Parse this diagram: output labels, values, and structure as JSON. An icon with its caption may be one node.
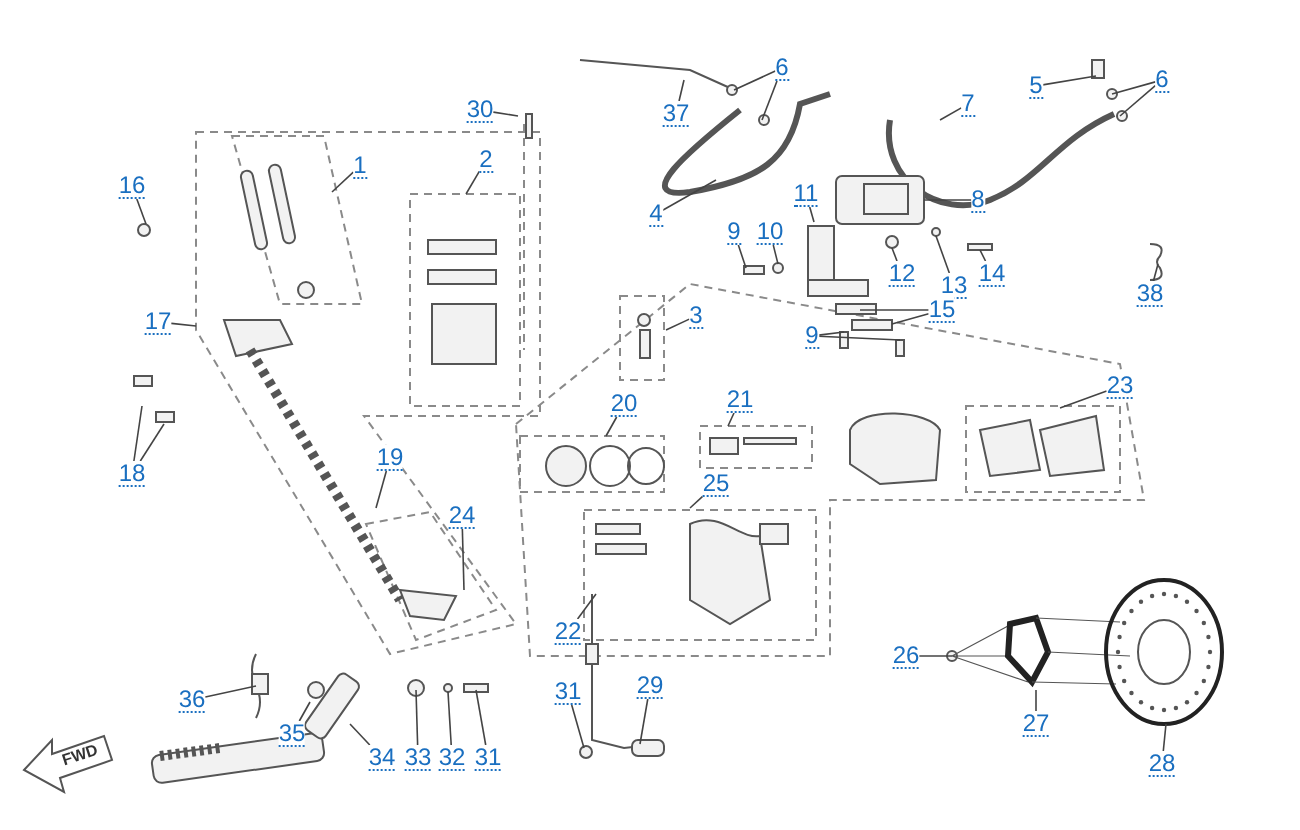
{
  "diagram": {
    "nodes": [
      {
        "text": [
          "30"
        ]
      },
      {
        "text": [
          "37"
        ]
      },
      {
        "text": [
          "6"
        ]
      },
      {
        "text": [
          "7"
        ]
      },
      {
        "text": [
          "5"
        ]
      },
      {
        "text": [
          "6"
        ]
      },
      {
        "text": [
          "1"
        ]
      },
      {
        "text": [
          "2"
        ]
      },
      {
        "text": [
          "16"
        ]
      },
      {
        "text": [
          "11"
        ]
      },
      {
        "text": [
          "4"
        ]
      },
      {
        "text": [
          "8"
        ]
      },
      {
        "text": [
          "9"
        ]
      },
      {
        "text": [
          "10"
        ]
      },
      {
        "text": [
          "12"
        ]
      },
      {
        "text": [
          "13"
        ]
      },
      {
        "text": [
          "14"
        ]
      },
      {
        "text": [
          "38"
        ]
      },
      {
        "text": [
          "15"
        ]
      },
      {
        "text": [
          "17"
        ]
      },
      {
        "text": [
          "3"
        ]
      },
      {
        "text": [
          "9"
        ]
      },
      {
        "text": [
          "23"
        ]
      },
      {
        "text": [
          "21"
        ]
      },
      {
        "text": [
          "20"
        ]
      },
      {
        "text": [
          "19"
        ]
      },
      {
        "text": [
          "18"
        ]
      },
      {
        "text": [
          "25"
        ]
      },
      {
        "text": [
          "24"
        ]
      },
      {
        "text": [
          "22"
        ]
      },
      {
        "text": [
          "26"
        ]
      },
      {
        "text": [
          "29"
        ]
      },
      {
        "text": [
          "31"
        ]
      },
      {
        "text": [
          "36"
        ]
      },
      {
        "text": [
          "27"
        ]
      },
      {
        "text": [
          "35"
        ]
      },
      {
        "text": [
          "34"
        ]
      },
      {
        "text": [
          "33"
        ]
      },
      {
        "text": [
          "32"
        ]
      },
      {
        "text": [
          "31"
        ]
      },
      {
        "text": [
          "28"
        ]
      }
    ],
    "edges": [
      {
        "from": 0,
        "to": null,
        "arrow": "none"
      },
      {
        "from": 1,
        "to": null,
        "arrow": "none"
      },
      {
        "from": 2,
        "to": null,
        "arrow": "none"
      },
      {
        "from": 2,
        "to": null,
        "arrow": "none"
      },
      {
        "from": 3,
        "to": null,
        "arrow": "none"
      },
      {
        "from": 4,
        "to": null,
        "arrow": "none"
      },
      {
        "from": 5,
        "to": null,
        "arrow": "none"
      },
      {
        "from": 5,
        "to": null,
        "arrow": "none"
      },
      {
        "from": 6,
        "to": null,
        "arrow": "none"
      },
      {
        "from": 7,
        "to": null,
        "arrow": "none"
      },
      {
        "from": 8,
        "to": null,
        "arrow": "none"
      },
      {
        "from": 9,
        "to": null,
        "arrow": "none"
      },
      {
        "from": 10,
        "to": null,
        "arrow": "none"
      },
      {
        "from": 11,
        "to": null,
        "arrow": "none"
      },
      {
        "from": 12,
        "to": null,
        "arrow": "none"
      },
      {
        "from": 13,
        "to": null,
        "arrow": "none"
      },
      {
        "from": 14,
        "to": null,
        "arrow": "none"
      },
      {
        "from": 15,
        "to": null,
        "arrow": "none"
      },
      {
        "from": 16,
        "to": null,
        "arrow": "none"
      },
      {
        "from": 17,
        "to": null,
        "arrow": "none"
      },
      {
        "from": 18,
        "to": null,
        "arrow": "none"
      },
      {
        "from": 18,
        "to": null,
        "arrow": "none"
      },
      {
        "from": 19,
        "to": null,
        "arrow": "none"
      },
      {
        "from": 20,
        "to": null,
        "arrow": "none"
      },
      {
        "from": 21,
        "to": null,
        "arrow": "none"
      },
      {
        "from": 21,
        "to": null,
        "arrow": "none"
      },
      {
        "from": 22,
        "to": null,
        "arrow": "none"
      },
      {
        "from": 23,
        "to": null,
        "arrow": "none"
      },
      {
        "from": 24,
        "to": null,
        "arrow": "none"
      },
      {
        "from": 25,
        "to": null,
        "arrow": "none"
      },
      {
        "from": 26,
        "to": null,
        "arrow": "none"
      },
      {
        "from": 26,
        "to": null,
        "arrow": "none"
      },
      {
        "from": 27,
        "to": null,
        "arrow": "none"
      },
      {
        "from": 28,
        "to": null,
        "arrow": "none"
      },
      {
        "from": 29,
        "to": null,
        "arrow": "none"
      },
      {
        "from": 30,
        "to": null,
        "arrow": "none"
      },
      {
        "from": 31,
        "to": null,
        "arrow": "none"
      },
      {
        "from": 32,
        "to": null,
        "arrow": "none"
      },
      {
        "from": 33,
        "to": null,
        "arrow": "none"
      },
      {
        "from": 34,
        "to": null,
        "arrow": "none"
      },
      {
        "from": 35,
        "to": null,
        "arrow": "none"
      },
      {
        "from": 36,
        "to": null,
        "arrow": "none"
      },
      {
        "from": 37,
        "to": null,
        "arrow": "none"
      },
      {
        "from": 38,
        "to": null,
        "arrow": "none"
      },
      {
        "from": 39,
        "to": null,
        "arrow": "none"
      },
      {
        "from": 40,
        "to": null,
        "arrow": "none"
      }
    ],
    "labels": [
      "FWD"
    ]
  }
}
